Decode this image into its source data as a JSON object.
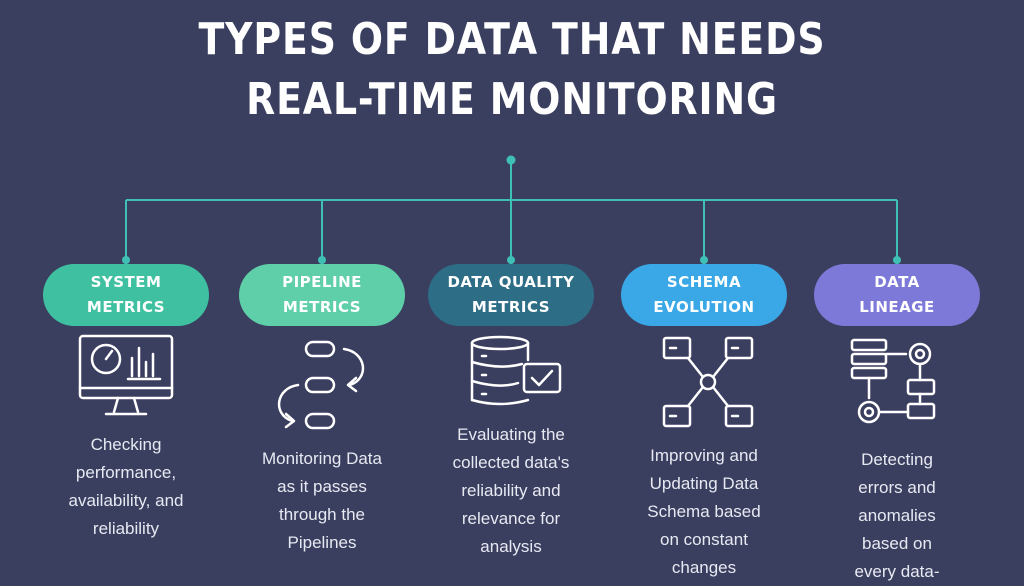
{
  "title": {
    "line1": "TYPES OF DATA THAT NEEDS",
    "line2": "REAL-TIME MONITORING"
  },
  "colors": {
    "background": "#3b3f5f",
    "connector": "#3fc0b5",
    "system": "#3fc0a0",
    "pipeline": "#5fcfa9",
    "quality": "#2d6d86",
    "schema": "#3aa8e6",
    "lineage": "#7d79d8"
  },
  "items": [
    {
      "title1": "SYSTEM",
      "title2": "METRICS",
      "icon": "monitor-dashboard-icon",
      "desc": [
        "Checking",
        "performance,",
        "availability, and",
        "reliability"
      ]
    },
    {
      "title1": "PIPELINE",
      "title2": "METRICS",
      "icon": "pipeline-flow-icon",
      "desc": [
        "Monitoring Data",
        "as it passes",
        "through the",
        "Pipelines"
      ]
    },
    {
      "title1": "DATA QUALITY",
      "title2": "METRICS",
      "icon": "database-check-icon",
      "desc": [
        "Evaluating the",
        "collected data's",
        "reliability and",
        "relevance for",
        "analysis"
      ]
    },
    {
      "title1": "SCHEMA",
      "title2": "EVOLUTION",
      "icon": "schema-network-icon",
      "desc": [
        "Improving and",
        "Updating Data",
        "Schema based",
        "on constant",
        "changes"
      ]
    },
    {
      "title1": "DATA",
      "title2": "LINEAGE",
      "icon": "lineage-flow-icon",
      "desc": [
        "Detecting",
        "errors and",
        "anomalies",
        "based on",
        "every data-"
      ]
    }
  ]
}
